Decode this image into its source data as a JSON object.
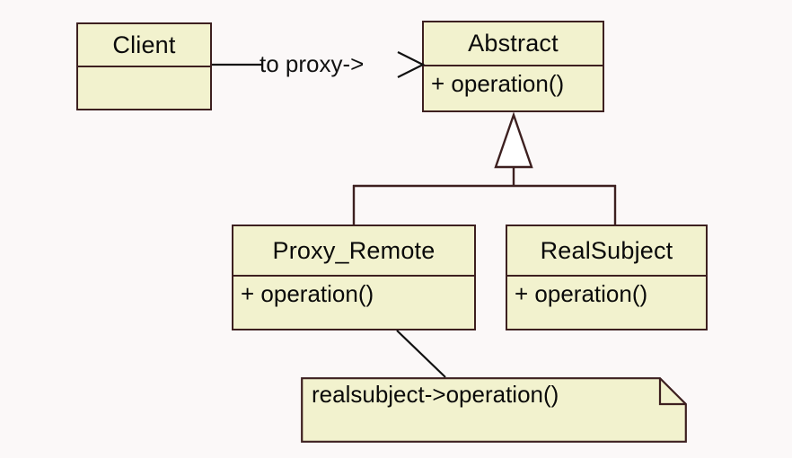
{
  "diagram": {
    "kind": "uml-class-diagram",
    "pattern": "Proxy",
    "background_color": "#fbf8f8",
    "box_fill_color": "#f2f2ce",
    "box_border_color": "#3d2020",
    "text_color": "#0a0a0a"
  },
  "classes": {
    "client": {
      "name": "Client",
      "members": []
    },
    "abstract": {
      "name": "Abstract",
      "members": [
        "+ operation()"
      ]
    },
    "proxy_remote": {
      "name": "Proxy_Remote",
      "members": [
        "+ operation()"
      ]
    },
    "real_subject": {
      "name": "RealSubject",
      "members": [
        "+ operation()"
      ]
    }
  },
  "relationships": {
    "client_to_abstract": {
      "label": "to proxy->",
      "type": "association",
      "from": "Client",
      "to": "Abstract"
    },
    "proxy_inherits_abstract": {
      "type": "generalization",
      "from": "Proxy_Remote",
      "to": "Abstract"
    },
    "realsubject_inherits_abstract": {
      "type": "generalization",
      "from": "RealSubject",
      "to": "Abstract"
    },
    "proxy_note_link": {
      "type": "note-anchor",
      "from": "Proxy_Remote",
      "to": "note"
    }
  },
  "note": {
    "text": "realsubject->operation()"
  }
}
